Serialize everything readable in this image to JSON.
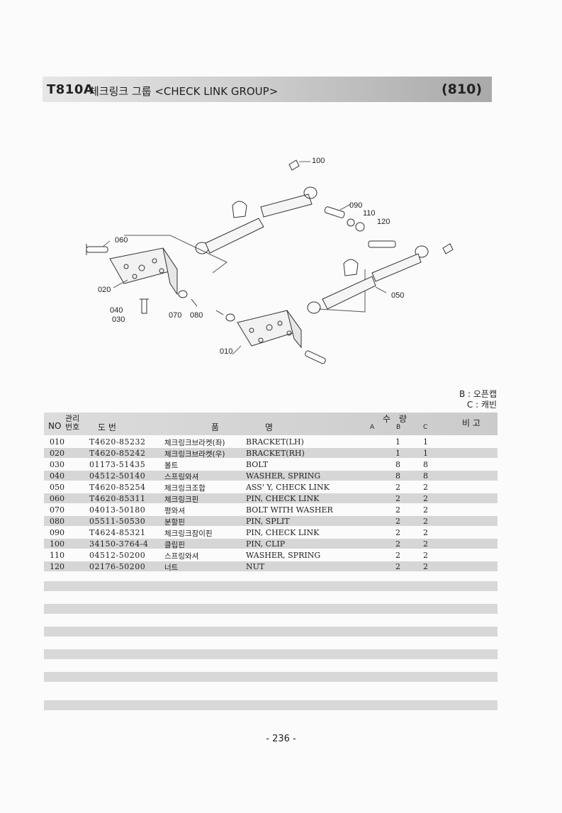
{
  "header": {
    "code": "T810A",
    "title": "체크링크 그룹 <CHECK LINK GROUP>",
    "group": "(810)"
  },
  "diagram": {
    "callouts": [
      "100",
      "090",
      "110",
      "120",
      "060",
      "020",
      "040",
      "030",
      "070",
      "080",
      "050",
      "010"
    ]
  },
  "legend": {
    "b": "B : 오픈캡",
    "c": "C : 캐빈"
  },
  "table": {
    "headers": {
      "no": "NO",
      "mgmt": "관리 번호",
      "drawing": "도 번",
      "name_a": "품",
      "name_b": "명",
      "qty": "수 량",
      "a": "A",
      "b": "B",
      "c": "C",
      "remarks": "비 고"
    },
    "rows": [
      {
        "no": "010",
        "part": "T4620-85232",
        "kr": "체크링크브라켓(좌)",
        "en": "BRACKET(LH)",
        "b": "1",
        "c": "1"
      },
      {
        "no": "020",
        "part": "T4620-85242",
        "kr": "체크링크브라켓(우)",
        "en": "BRACKET(RH)",
        "b": "1",
        "c": "1"
      },
      {
        "no": "030",
        "part": "01173-51435",
        "kr": "볼트",
        "en": "BOLT",
        "b": "8",
        "c": "8"
      },
      {
        "no": "040",
        "part": "04512-50140",
        "kr": "스프링와셔",
        "en": "WASHER, SPRING",
        "b": "8",
        "c": "8"
      },
      {
        "no": "050",
        "part": "T4620-85254",
        "kr": "체크링크조합",
        "en": "ASS' Y, CHECK LINK",
        "b": "2",
        "c": "2"
      },
      {
        "no": "060",
        "part": "T4620-85311",
        "kr": "체크링크핀",
        "en": "PIN, CHECK LINK",
        "b": "2",
        "c": "2"
      },
      {
        "no": "070",
        "part": "04013-50180",
        "kr": "평와셔",
        "en": "BOLT WITH WASHER",
        "b": "2",
        "c": "2"
      },
      {
        "no": "080",
        "part": "05511-50530",
        "kr": "분할핀",
        "en": "PIN, SPLIT",
        "b": "2",
        "c": "2"
      },
      {
        "no": "090",
        "part": "T4624-85321",
        "kr": "체크링크잠이핀",
        "en": "PIN, CHECK LINK",
        "b": "2",
        "c": "2"
      },
      {
        "no": "100",
        "part": "34150-3764-4",
        "kr": "클립핀",
        "en": "PIN, CLIP",
        "b": "2",
        "c": "2"
      },
      {
        "no": "110",
        "part": "04512-50200",
        "kr": "스프링와셔",
        "en": "WASHER, SPRING",
        "b": "2",
        "c": "2"
      },
      {
        "no": "120",
        "part": "02176-50200",
        "kr": "너트",
        "en": "NUT",
        "b": "2",
        "c": "2"
      }
    ]
  },
  "page_number": "- 236 -"
}
